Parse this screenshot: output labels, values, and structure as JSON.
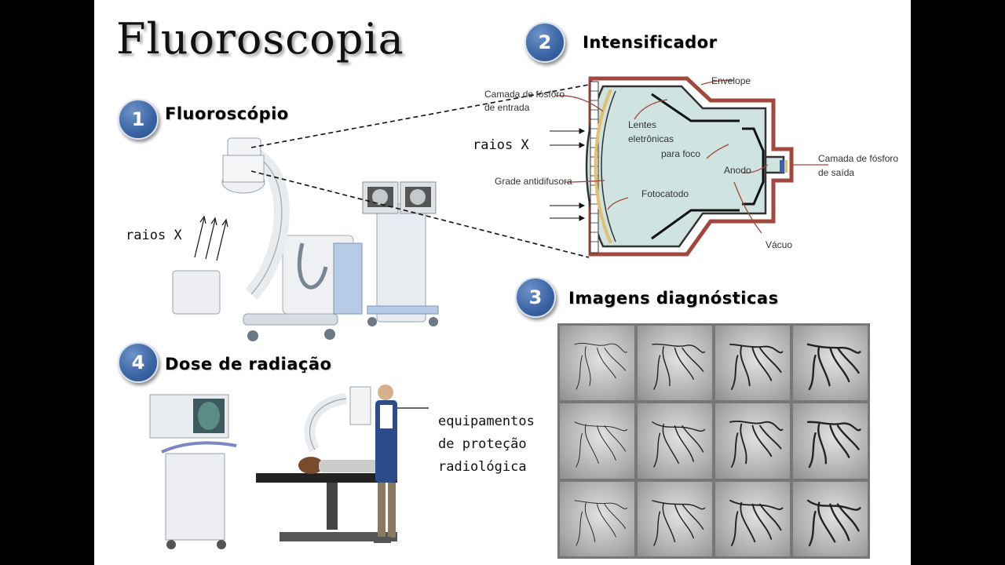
{
  "slide": {
    "title": "Fluoroscopia",
    "colors": {
      "badge": "#3a63a3",
      "envelope": "#a3473e",
      "phosphor": "#e3c06e",
      "tube_fill": "#cfe3e0"
    }
  },
  "section1": {
    "number": "1",
    "title": "Fluoroscópio",
    "arrow_label": "raios X"
  },
  "section2": {
    "number": "2",
    "title": "Intensificador",
    "arrow_label": "raios X",
    "labels": {
      "envelope": "Envelope",
      "input_phosphor_1": "Camada de fósforo",
      "input_phosphor_2": "de entrada",
      "lenses_1": "Lentes",
      "lenses_2": "eletrônicas",
      "lenses_3": "para  foco",
      "anode": "Anodo",
      "output_phosphor_1": "Camada de fósforo",
      "output_phosphor_2": "de saída",
      "grid": "Grade antidifusora",
      "photocathode": "Fotocatodo",
      "vacuum": "Vácuo"
    }
  },
  "section3": {
    "number": "3",
    "title": "Imagens diagnósticas"
  },
  "section4": {
    "number": "4",
    "title": "Dose de radiação",
    "annotation": [
      "equipamentos",
      "de proteção",
      "radiológica"
    ]
  }
}
